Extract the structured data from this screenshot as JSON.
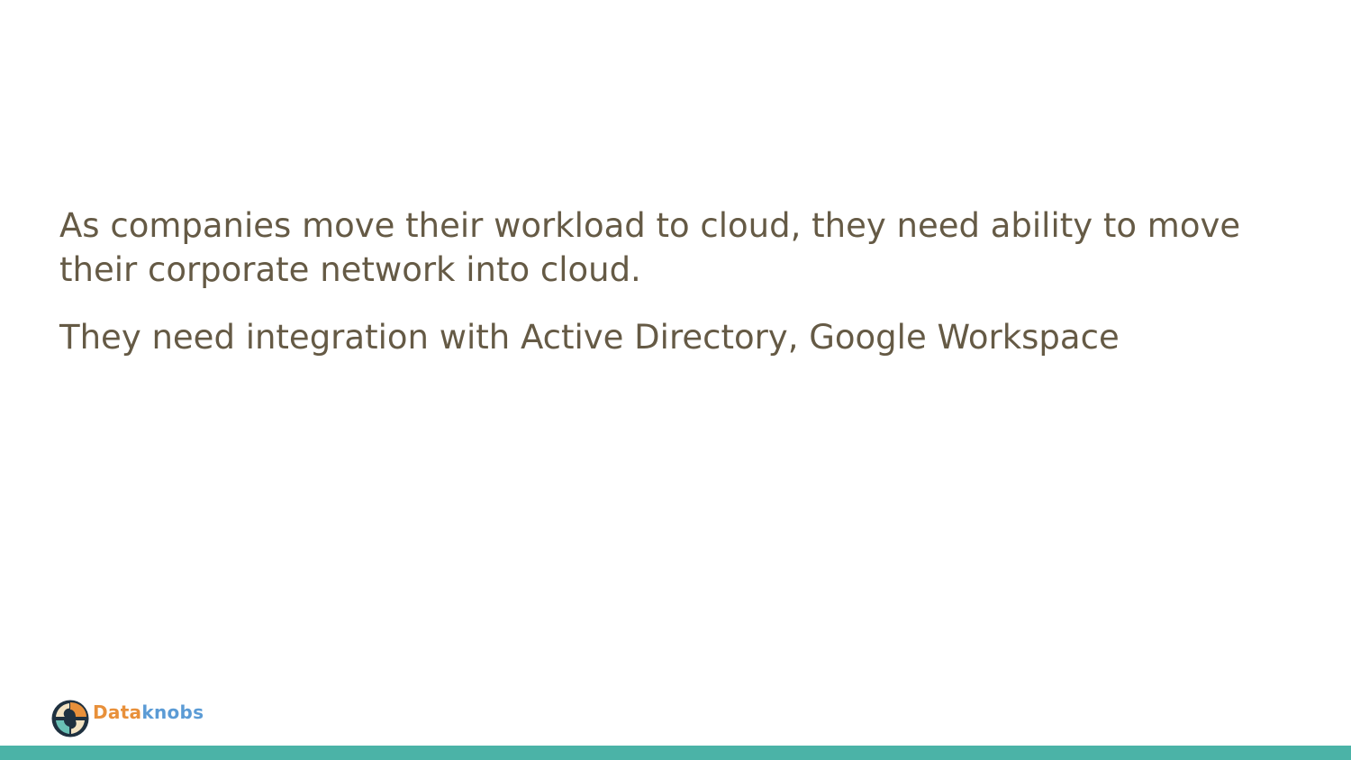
{
  "content": {
    "paragraphs": [
      "As companies move their workload to cloud, they need ability to move their corporate network into cloud.",
      "They need integration with Active Directory, Google Workspace"
    ]
  },
  "logo": {
    "part1": "Data",
    "part2": "knobs",
    "icon": "dataknobs-logo-icon"
  },
  "colors": {
    "text": "#655a45",
    "accent_bar": "#4bb3a7",
    "logo_orange": "#e8903a",
    "logo_blue": "#5b9bd5",
    "logo_navy": "#1f3140",
    "logo_teal": "#69c0b5"
  }
}
